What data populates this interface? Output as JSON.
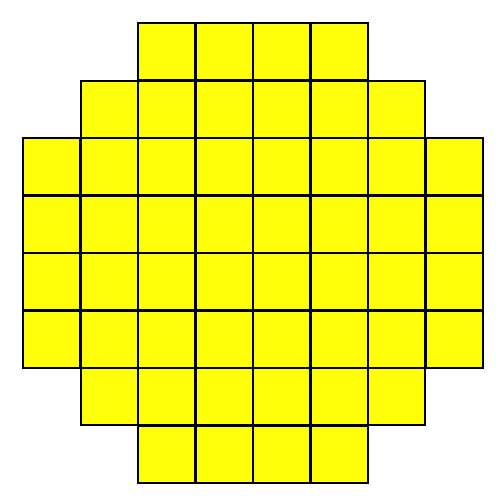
{
  "board": {
    "fill_color": "#ffff0a",
    "border_color": "#000000",
    "rows": [
      {
        "row": 0,
        "first_col": 2,
        "last_col": 5
      },
      {
        "row": 1,
        "first_col": 1,
        "last_col": 6
      },
      {
        "row": 2,
        "first_col": 0,
        "last_col": 7
      },
      {
        "row": 3,
        "first_col": 0,
        "last_col": 7
      },
      {
        "row": 4,
        "first_col": 0,
        "last_col": 7
      },
      {
        "row": 5,
        "first_col": 0,
        "last_col": 7
      },
      {
        "row": 6,
        "first_col": 1,
        "last_col": 6
      },
      {
        "row": 7,
        "first_col": 2,
        "last_col": 5
      }
    ]
  }
}
